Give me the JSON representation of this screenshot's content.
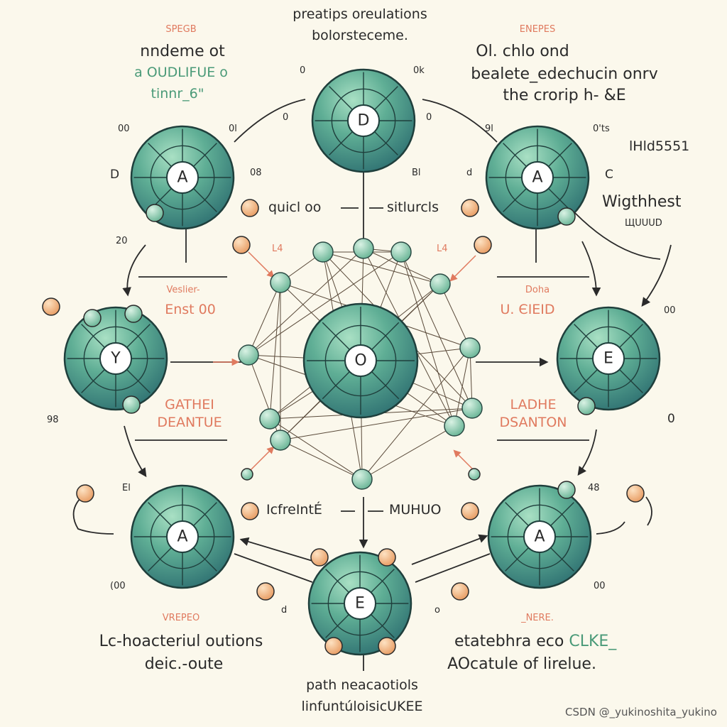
{
  "title": {
    "line1": "preatips oreulations",
    "line2": "bolorsteceme."
  },
  "top_left": {
    "heading": "SPEGB",
    "line1": "nndeme ot",
    "line2": "a OUDLIFUE o",
    "line3": "tinnr_6\""
  },
  "top_right": {
    "heading": "ENEPES",
    "line1": "Ol. chlo ond",
    "line2": "bealete_edechucin onrv",
    "line3": "the crorip h- &E"
  },
  "right_side": {
    "scribble": "lHld5551",
    "weight_label": "Wigthhest",
    "weight_sub": "ЩUUUD"
  },
  "mid_labels": {
    "quick": "quicl oo",
    "situs": "sitlurcls",
    "left_box_1": "Veslier-",
    "left_box_2": "Enst 00",
    "right_box_1": "Doha",
    "right_box_2": "U. ЄIEID",
    "lower_left_1": "GATHEI",
    "lower_left_2": "DEANTUE",
    "lower_right_1": "LADHE",
    "lower_right_2": "DSANTON",
    "lower_mid_left": "IcfreIntÉ",
    "lower_mid_right": "MUHUO",
    "l4_left": "L4",
    "l4_right": "L4"
  },
  "bottom_left": {
    "heading": "VREPEO",
    "line1": "Lc-hoacteriul outions",
    "line2": "deic.-oute"
  },
  "bottom_right": {
    "heading": "_NERE.",
    "line1": "etatebhra eco",
    "line1_green": "CLKE_",
    "line2": "AOcatule of lirelue."
  },
  "bottom_center": {
    "line1": "path neacaotiols",
    "line2": "linfuntúloisicUKEE"
  },
  "watermark": "CSDN @_yukinoshita_yukino",
  "nodes": [
    {
      "id": "D",
      "letter": "D"
    },
    {
      "id": "A_tl",
      "letter": "A"
    },
    {
      "id": "A_tr",
      "letter": "A"
    },
    {
      "id": "Y",
      "letter": "Y"
    },
    {
      "id": "O",
      "letter": "O"
    },
    {
      "id": "E_r",
      "letter": "E"
    },
    {
      "id": "A_bl",
      "letter": "A"
    },
    {
      "id": "A_br",
      "letter": "A"
    },
    {
      "id": "E_b",
      "letter": "E"
    }
  ],
  "small_marks": {
    "m1": "0",
    "m2": "0k",
    "m3": "00",
    "m4": "0l",
    "m5": "9l",
    "m6": "0'ts",
    "m7": "D",
    "m8": "08",
    "m9": "Bl",
    "m10": "d",
    "m11": "C",
    "m12": "20",
    "m13": "0",
    "m14": "00",
    "m15": "98",
    "m16": "El",
    "m17": "48",
    "m18": "(00",
    "m19": "00",
    "m20": "d",
    "m21": "o",
    "m22": "0",
    "m23": "0"
  },
  "colors": {
    "background": "#fbf8ec",
    "node_fill": "#3f8f80",
    "node_light": "#8fd0b6",
    "accent_salmon": "#e07a5f",
    "accent_green": "#4a9a78",
    "ink": "#2a2a2a",
    "small_ball": "#f2b27d"
  }
}
